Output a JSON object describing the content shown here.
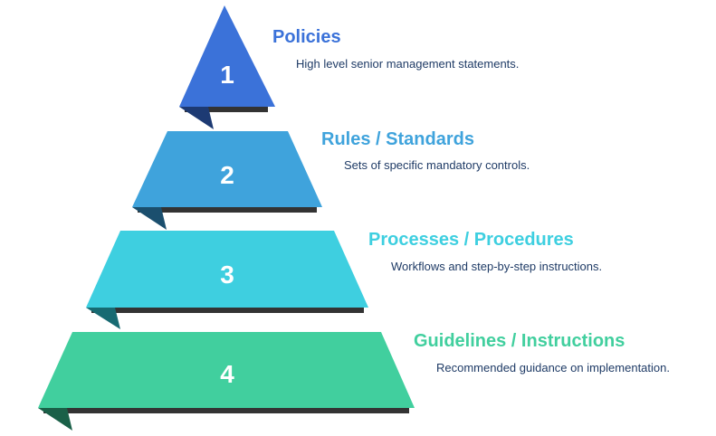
{
  "levels": [
    {
      "number": "1",
      "title": "Policies",
      "description": "High level senior management statements.",
      "color": "#3b72d9",
      "shadow": "#1d3a73"
    },
    {
      "number": "2",
      "title": "Rules / Standards",
      "description": "Sets of specific mandatory controls.",
      "color": "#3fa3dc",
      "shadow": "#1b4f6e"
    },
    {
      "number": "3",
      "title": "Processes / Procedures",
      "description": "Workflows and step-by-step instructions.",
      "color": "#3ecfe0",
      "shadow": "#176a72"
    },
    {
      "number": "4",
      "title": "Guidelines / Instructions",
      "description": "Recommended guidance on implementation.",
      "color": "#41cf9e",
      "shadow": "#1a6048"
    }
  ],
  "description_color": "#1f3b66"
}
